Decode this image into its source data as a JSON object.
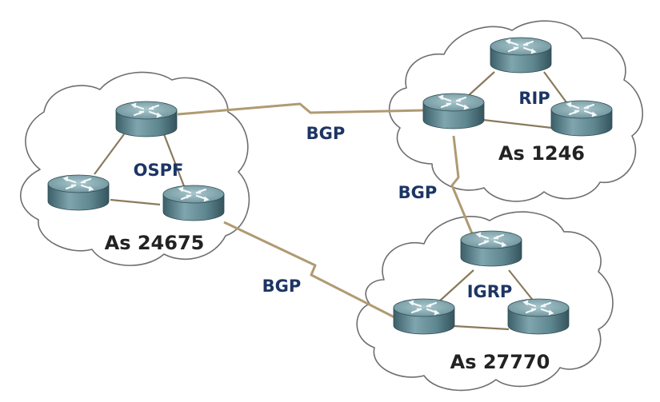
{
  "domains": [
    {
      "protocol": "OSPF",
      "as_label": "As 24675"
    },
    {
      "protocol": "RIP",
      "as_label": "As 1246"
    },
    {
      "protocol": "IGRP",
      "as_label": "As 27770"
    }
  ],
  "links": {
    "ospf_rip": "BGP",
    "rip_igrp": "BGP",
    "ospf_igrp": "BGP"
  },
  "icon": "router-icon",
  "colors": {
    "label": "#1d3564",
    "link": "#b09a72",
    "router_body": "#4f7782"
  }
}
